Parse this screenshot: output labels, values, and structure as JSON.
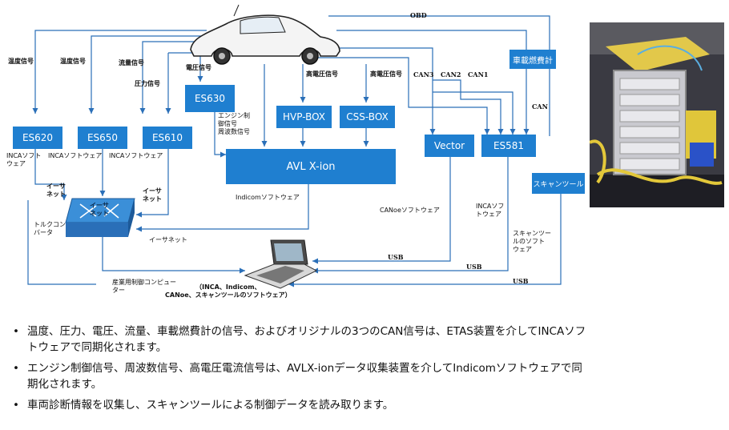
{
  "labels": {
    "obd": "OBD",
    "temp1": "温度信号",
    "temp2": "温度信号",
    "flow": "流量信号",
    "pressure": "圧力信号",
    "voltage": "電圧信号",
    "hv1": "高電圧信号",
    "hv2": "高電圧信号",
    "can3": "CAN3",
    "can2": "CAN2",
    "can1": "CAN1",
    "can": "CAN",
    "engine_signals": "エンジン制\n御信号\n周波数信号",
    "inca_sw1": "INCAソフト\nウェア",
    "inca_sw2": "INCAソフトウェア",
    "inca_sw3": "INCAソフトウェア",
    "inca_sw4": "INCAソフ\nトウェア",
    "ethernet1": "イーサ\nネット",
    "ethernet2": "イーサ\nネット",
    "ethernet3": "イーサネット",
    "torque_converter": "トルクコン\nバータ",
    "indicom_sw": "Indicomソフトウェア",
    "canoe_sw": "CANoeソフトウェア",
    "scantool_sw": "スキャンツー\nルのソフト\nウェア",
    "usb1": "USB",
    "usb2": "USB",
    "usb3": "USB",
    "industrial_pc": "産業用制御コンピュー\nター",
    "pc_software": "（INCA、Indicom、\nCANoe、スキャンツールのソフトウェア）"
  },
  "boxes": {
    "es630": "ES630",
    "hvp": "HVP-BOX",
    "css": "CSS-BOX",
    "es620": "ES620",
    "es650": "ES650",
    "es610": "ES610",
    "avl": "AVL X-ion",
    "vector": "Vector",
    "es581": "ES581",
    "fuel_meter": "車載燃費計",
    "scan_tool": "スキャンツール",
    "switch_label": "イーサ\nネット"
  },
  "bullets": [
    "温度、圧力、電圧、流量、車載燃費計の信号、およびオリジナルの3つのCAN信号は、ETAS装置を介してINCAソフトウェアで同期化されます。",
    "エンジン制御信号、周波数信号、高電圧電流信号は、AVLX-ionデータ収集装置を介してIndicomソフトウェアで同期化されます。",
    "車両診断情報を収集し、スキャンツールによる制御データを読み取ります。"
  ],
  "colors": {
    "box_blue": "#1f7fd0",
    "line_blue": "#2a6fb8",
    "switch_blue": "#2f86d6"
  }
}
